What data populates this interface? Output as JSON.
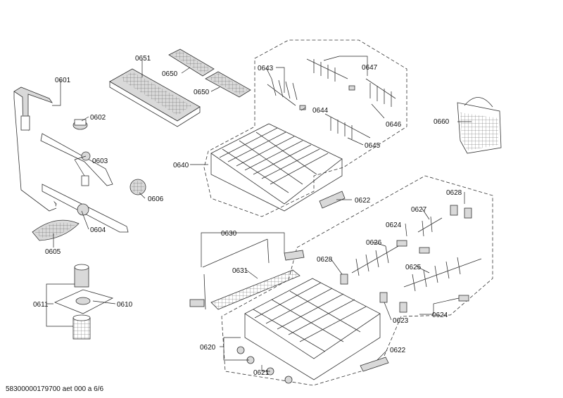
{
  "diagram": {
    "footer": "58300000179700 aet 000 a 6/6",
    "labels": {
      "p0601": "0601",
      "p0602": "0602",
      "p0603": "0603",
      "p0604": "0604",
      "p0605": "0605",
      "p0606": "0606",
      "p0610": "0610",
      "p0611": "0611",
      "p0620": "0620",
      "p0621": "0621",
      "p0622a": "0622",
      "p0622b": "0622",
      "p0623": "0623",
      "p0624a": "0624",
      "p0624b": "0624",
      "p0625": "0625",
      "p0626": "0626",
      "p0627": "0627",
      "p0628a": "0628",
      "p0628b": "0628",
      "p0630": "0630",
      "p0631": "0631",
      "p0640": "0640",
      "p0643": "0643",
      "p0644": "0644",
      "p0645": "0645",
      "p0646": "0646",
      "p0647": "0647",
      "p0650a": "0650",
      "p0650b": "0650",
      "p0651": "0651",
      "p0660": "0660"
    }
  }
}
